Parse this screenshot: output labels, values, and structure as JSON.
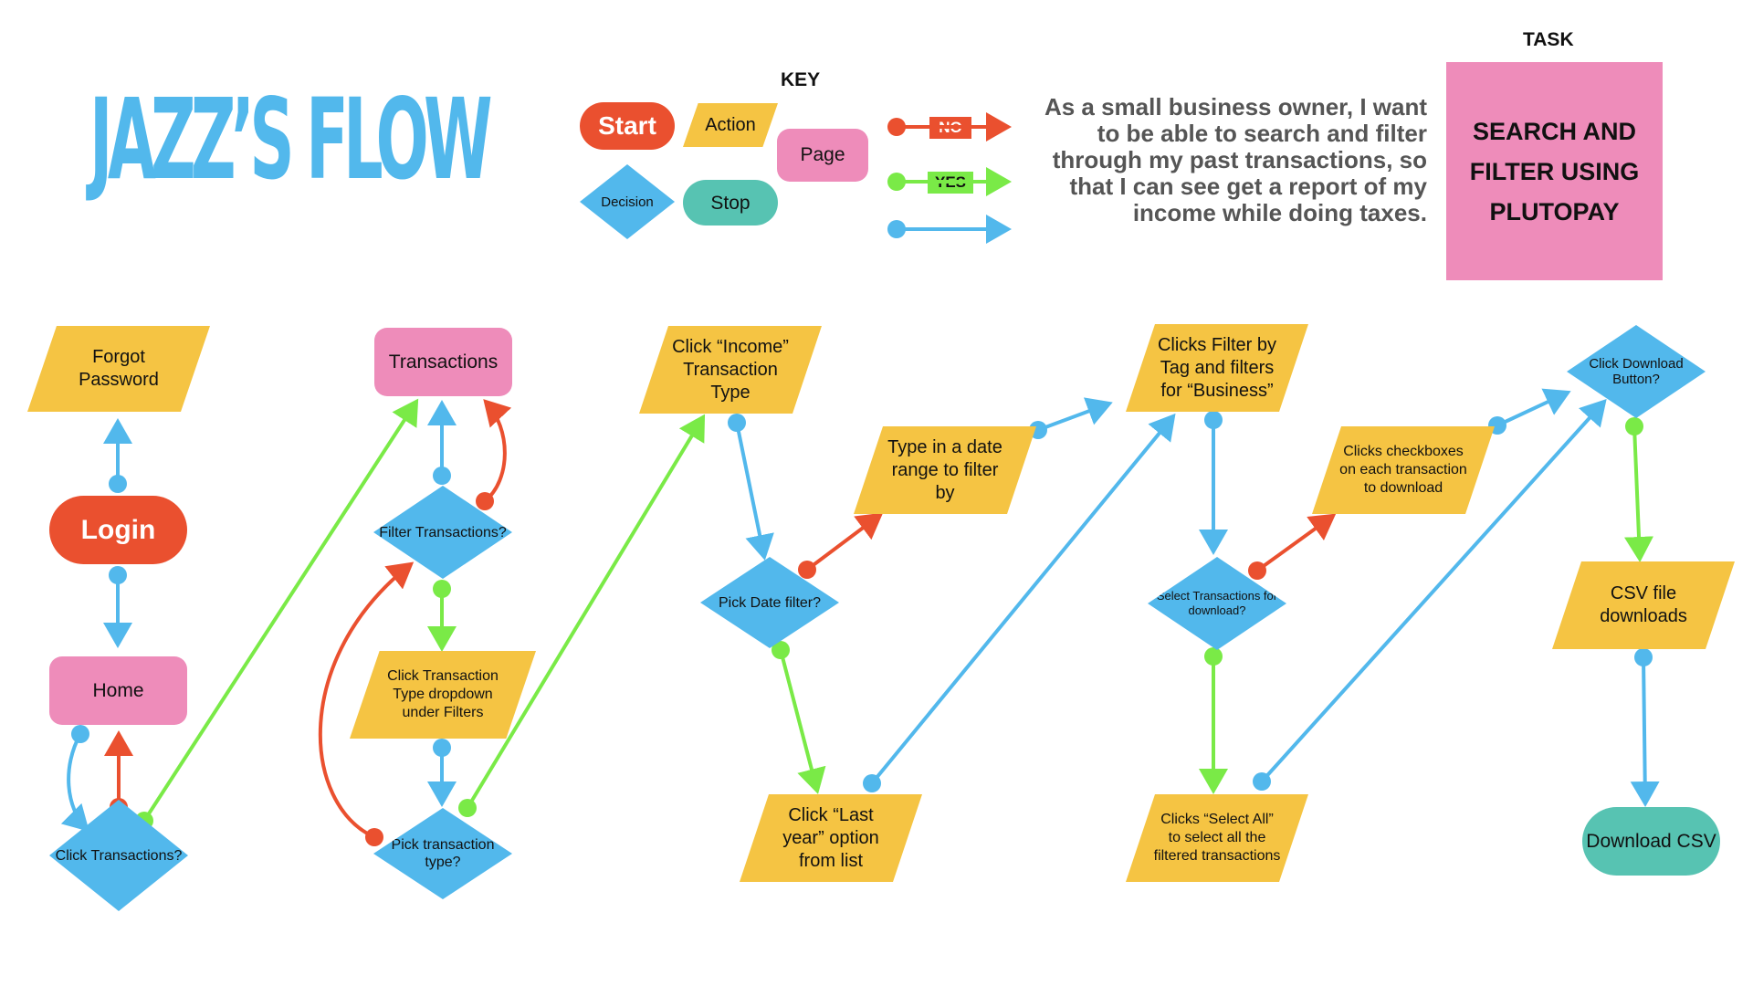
{
  "header": {
    "title": "JAZZ’S FLOW",
    "key_title": "KEY",
    "task_title": "TASK",
    "task": "SEARCH AND FILTER USING PLUTOPAY",
    "story": "As a small business owner, I want to be able to search and filter through my past transactions, so that I can see get a report of my income while doing taxes."
  },
  "key": {
    "start": "Start",
    "action": "Action",
    "page": "Page",
    "decision": "Decision",
    "stop": "Stop",
    "no": "NO",
    "yes": "YES"
  },
  "colors": {
    "blue": "#52b8ec",
    "green": "#7aea47",
    "red": "#ea502f",
    "yellow": "#f5c443",
    "pink": "#ee8cba",
    "teal": "#57c3b2"
  },
  "nodes": {
    "forgot_password": "Forgot Password",
    "login": "Login",
    "home": "Home",
    "click_transactions": "Click Transactions?",
    "transactions": "Transactions",
    "filter_transactions": "Filter Transactions?",
    "click_type_dropdown": "Click Transaction Type dropdown under Filters",
    "pick_type": "Pick transaction type?",
    "click_income": "Click “Income” Transaction Type",
    "pick_date": "Pick Date filter?",
    "type_date_range": "Type in a date range to filter by",
    "click_last_year": "Click “Last year” option from list",
    "filter_by_tag": "Clicks Filter by Tag and filters for “Business”",
    "select_for_download": "Select Transactions for download?",
    "checkboxes": "Clicks checkboxes on each transaction to download",
    "select_all": "Clicks “Select All” to select all the filtered transactions",
    "click_download": "Click Download Button?",
    "csv_downloads": "CSV file downloads",
    "download_csv": "Download CSV"
  }
}
